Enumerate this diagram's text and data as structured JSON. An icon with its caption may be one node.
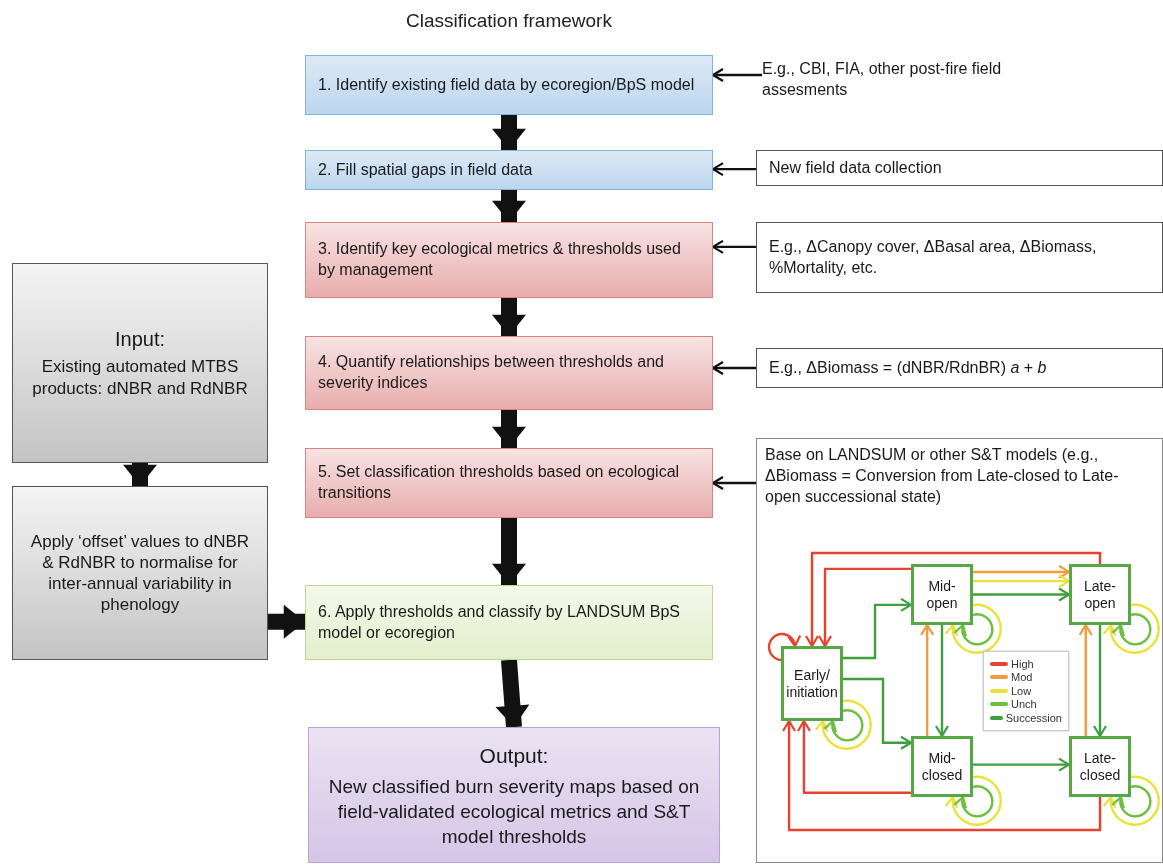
{
  "diagram": {
    "title": "Classification framework",
    "nodes": [
      {
        "text": [
          "1. Identify existing field data by ecoregion/BpS model"
        ]
      },
      {
        "text": [
          "E.g., CBI, FIA, other post-fire field assesments"
        ]
      },
      {
        "text": [
          "2. Fill spatial gaps in field data"
        ]
      },
      {
        "text": [
          "New field data collection"
        ]
      },
      {
        "text": [
          "3. Identify key ecological metrics & thresholds used by management"
        ]
      },
      {
        "text": [
          "E.g., ΔCanopy cover, ΔBasal area, ΔBiomass, %Mortality, etc."
        ]
      },
      {
        "text": [
          "Input:",
          "Existing automated MTBS products: dNBR and RdNBR"
        ]
      },
      {
        "text": [
          "4. Quantify relationships between thresholds and severity indices"
        ]
      },
      {
        "text": [
          "E.g., ΔBiomass = (dNBR/RdnBR) *a* + *b*"
        ]
      },
      {
        "text": [
          "5. Set classification thresholds based on ecological transitions"
        ]
      },
      {
        "text": [
          "Base on LANDSUM or other S&T models (e.g., ΔBiomass = Conversion from Late-closed to Late-open successional state)"
        ]
      },
      {
        "text": [
          "Apply ‘offset’ values to dNBR & RdNBR to normalise for inter-annual variability in phenology"
        ]
      },
      {
        "text": [
          "6. Apply thresholds and classify by LANDSUM BpS model or ecoregion"
        ]
      },
      {
        "text": [
          "Output:",
          "New classified burn severity maps based on field-validated ecological metrics and S&T model thresholds"
        ]
      },
      {
        "text": [
          "Early/initiation"
        ],
        "in": 10
      },
      {
        "text": [
          "Mid-open"
        ],
        "in": 10
      },
      {
        "text": [
          "Late-open"
        ],
        "in": 10
      },
      {
        "text": [
          "Mid-closed"
        ],
        "in": 10
      },
      {
        "text": [
          "Late-closed"
        ],
        "in": 10
      }
    ],
    "edges": [
      {
        "from": 0,
        "to": 2,
        "arrow": "to",
        "style": "thick"
      },
      {
        "from": 2,
        "to": 4,
        "arrow": "to",
        "style": "thick"
      },
      {
        "from": 4,
        "to": 7,
        "arrow": "to",
        "style": "thick"
      },
      {
        "from": 7,
        "to": 9,
        "arrow": "to",
        "style": "thick"
      },
      {
        "from": 9,
        "to": 12,
        "arrow": "to",
        "style": "thick"
      },
      {
        "from": 12,
        "to": 13,
        "arrow": "to",
        "style": "thick"
      },
      {
        "from": 6,
        "to": 11,
        "arrow": "to",
        "style": "thick"
      },
      {
        "from": 11,
        "to": 12,
        "arrow": "to",
        "style": "thick"
      },
      {
        "from": 1,
        "to": 0,
        "arrow": "to"
      },
      {
        "from": 3,
        "to": 2,
        "arrow": "to"
      },
      {
        "from": 5,
        "to": 4,
        "arrow": "to"
      },
      {
        "from": 8,
        "to": 7,
        "arrow": "to"
      },
      {
        "from": 10,
        "to": 9,
        "arrow": "to"
      },
      {
        "from": 16,
        "to": 14,
        "arrow": "to",
        "color": "#e8412f"
      },
      {
        "from": 15,
        "to": 14,
        "arrow": "to",
        "color": "#e8412f"
      },
      {
        "from": 17,
        "to": 14,
        "arrow": "to",
        "color": "#e8412f"
      },
      {
        "from": 18,
        "to": 14,
        "arrow": "to",
        "color": "#e8412f"
      },
      {
        "from": 14,
        "to": 14,
        "arrow": "to",
        "color": "#e8412f"
      },
      {
        "from": 14,
        "to": 15,
        "arrow": "to",
        "color": "#3f9e3f"
      },
      {
        "from": 14,
        "to": 17,
        "arrow": "to",
        "color": "#3f9e3f"
      },
      {
        "from": 15,
        "to": 16,
        "arrow": "to",
        "color": "#f19a3e"
      },
      {
        "from": 15,
        "to": 16,
        "arrow": "to",
        "color": "#e9e23b"
      },
      {
        "from": 15,
        "to": 16,
        "arrow": "to",
        "color": "#3f9e3f"
      },
      {
        "from": 17,
        "to": 15,
        "arrow": "to",
        "color": "#f19a3e"
      },
      {
        "from": 15,
        "to": 17,
        "arrow": "to",
        "color": "#3f9e3f"
      },
      {
        "from": 18,
        "to": 16,
        "arrow": "to",
        "color": "#f19a3e"
      },
      {
        "from": 16,
        "to": 18,
        "arrow": "to",
        "color": "#3f9e3f"
      },
      {
        "from": 17,
        "to": 18,
        "arrow": "to",
        "color": "#3f9e3f"
      },
      {
        "from": 14,
        "to": 14,
        "arrow": "to",
        "color": "#e9e23b"
      },
      {
        "from": 14,
        "to": 14,
        "arrow": "to",
        "color": "#6abf3c"
      },
      {
        "from": 15,
        "to": 15,
        "arrow": "to",
        "color": "#e9e23b"
      },
      {
        "from": 15,
        "to": 15,
        "arrow": "to",
        "color": "#6abf3c"
      },
      {
        "from": 16,
        "to": 16,
        "arrow": "to",
        "color": "#e9e23b"
      },
      {
        "from": 16,
        "to": 16,
        "arrow": "to",
        "color": "#6abf3c"
      },
      {
        "from": 17,
        "to": 17,
        "arrow": "to",
        "color": "#e9e23b"
      },
      {
        "from": 17,
        "to": 17,
        "arrow": "to",
        "color": "#6abf3c"
      },
      {
        "from": 18,
        "to": 18,
        "arrow": "to",
        "color": "#e9e23b"
      },
      {
        "from": 18,
        "to": 18,
        "arrow": "to",
        "color": "#6abf3c"
      }
    ],
    "legend": [
      {
        "text": "High",
        "color": "#e8412f"
      },
      {
        "text": "Mod",
        "color": "#f19a3e"
      },
      {
        "text": "Low",
        "color": "#e9e23b"
      },
      {
        "text": "Unch",
        "color": "#6abf3c"
      },
      {
        "text": "Succession",
        "color": "#3f9e3f"
      }
    ]
  }
}
